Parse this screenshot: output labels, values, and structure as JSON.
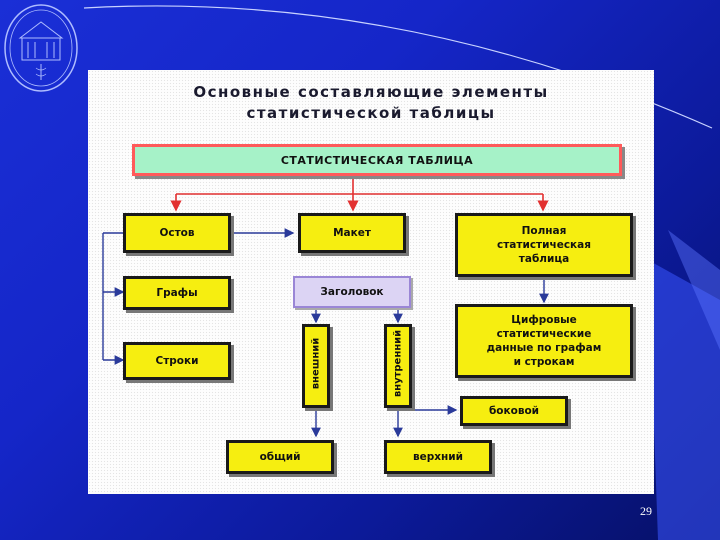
{
  "slide": {
    "number": "29"
  },
  "title": {
    "line1": "Основные составляющие элементы",
    "line2": "статистической таблицы"
  },
  "nodes": {
    "table": "СТАТИСТИЧЕСКАЯ ТАБЛИЦА",
    "ostov": "Остов",
    "maket": "Макет",
    "full_table": [
      "Полная",
      "статистическая",
      "таблица"
    ],
    "grafy": "Графы",
    "zagolovok": "Заголовок",
    "stroki": "Строки",
    "digital": [
      "Цифровые",
      "статистические",
      "данные по графам",
      "и строкам"
    ],
    "vneshniy": "внешний",
    "vnutrenniy": "внутренний",
    "bokovoy": "боковой",
    "obshchiy": "общий",
    "verkhniy": "верхний"
  },
  "colors": {
    "background": "#1526c8",
    "node_fill": "#f6ee10",
    "header_fill": "#a6f2c8",
    "header_border": "#ff5a5a",
    "red_arrow": "#e23030",
    "blue_arrow": "#2a3a9a",
    "heading_fill": "#dcd4f4"
  },
  "icons": {
    "emblem": "building-emblem-icon"
  }
}
